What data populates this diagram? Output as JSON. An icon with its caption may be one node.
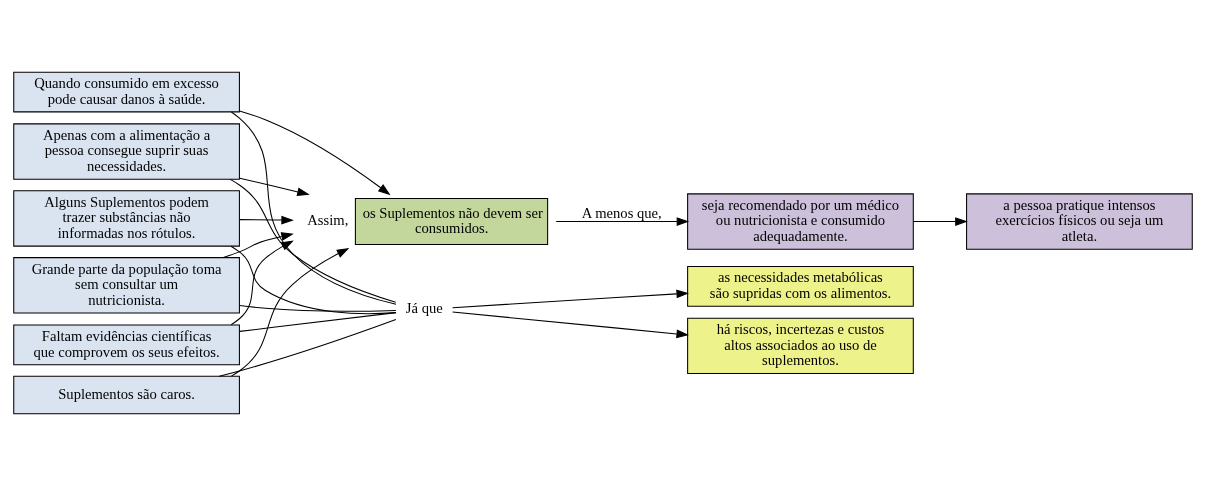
{
  "diagram": {
    "nodes": [
      {
        "text": [
          "Quando consumido em excesso pode causar danos à saúde."
        ]
      },
      {
        "text": [
          "Apenas com a alimentação a pessoa consegue suprir suas necessidades."
        ]
      },
      {
        "text": [
          "Faltam evidências científicas que comprovem os seus efeitos."
        ]
      },
      {
        "text": [
          "Grande parte da população toma sem consultar um nutricionista."
        ]
      },
      {
        "text": [
          "Alguns Suplementos podem trazer substâncias não informadas nos rótulos."
        ]
      },
      {
        "text": [
          "Suplementos são caros."
        ]
      },
      {
        "text": [
          "os Suplementos não devem ser consumidos."
        ],
        "beside": [
          "Assim,"
        ]
      },
      {
        "text": [
          "Já que"
        ]
      },
      {
        "text": [
          "as necessidades metabólicas são supridas com os alimentos."
        ]
      },
      {
        "text": [
          "há riscos, incertezas e custos altos associados ao uso de suplementos."
        ]
      },
      {
        "text": [
          "seja recomendado por um médico ou nutricionista e consumido adequadamente."
        ]
      },
      {
        "text": [
          "a pessoa pratique intensos exercícios físicos ou seja um atleta."
        ]
      }
    ],
    "edges": [
      {
        "from": 0,
        "to": 6,
        "arrow": "to"
      },
      {
        "from": 1,
        "to": 6,
        "arrow": "to"
      },
      {
        "from": 2,
        "to": 6,
        "arrow": "to"
      },
      {
        "from": 3,
        "to": 6,
        "arrow": "to"
      },
      {
        "from": 4,
        "to": 6,
        "arrow": "to"
      },
      {
        "from": 5,
        "to": 6,
        "arrow": "to"
      },
      {
        "from": 0,
        "to": 7,
        "arrow": "none"
      },
      {
        "from": 1,
        "to": 7,
        "arrow": "none"
      },
      {
        "from": 2,
        "to": 7,
        "arrow": "none"
      },
      {
        "from": 3,
        "to": 7,
        "arrow": "none"
      },
      {
        "from": 4,
        "to": 7,
        "arrow": "none"
      },
      {
        "from": 5,
        "to": 7,
        "arrow": "none"
      },
      {
        "from": 7,
        "to": 8,
        "arrow": "to"
      },
      {
        "from": 7,
        "to": 9,
        "arrow": "to"
      },
      {
        "from": 6,
        "to": 10,
        "arrow": "to",
        "label": "A menos que,"
      },
      {
        "from": 10,
        "to": 11,
        "arrow": "to"
      }
    ]
  }
}
